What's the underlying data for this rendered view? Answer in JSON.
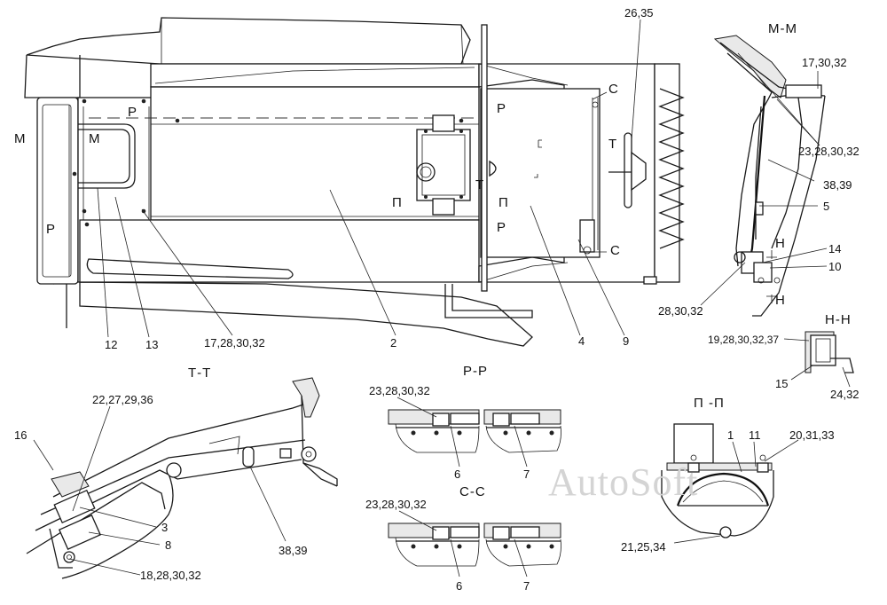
{
  "watermark": "AutoSoft",
  "sections": {
    "mm": "М-М",
    "tt": "Т-Т",
    "pp_r": "Р-Р",
    "cc": "С-С",
    "pp_p": "П -П",
    "hh": "Н-Н"
  },
  "markers": {
    "m_left": "М",
    "m_inner": "М",
    "r_left": "Р",
    "r_top": "Р",
    "r_mid_top": "Р",
    "r_mid_bot": "Р",
    "p_left": "П",
    "p_right": "П",
    "t_top": "Т",
    "t_mid": "Т",
    "c_top": "С",
    "c_bot": "С",
    "h_top": "Н",
    "h_bot": "Н"
  },
  "callouts": {
    "c26_35": "26,35",
    "c17_30_32": "17,30,32",
    "c23_28_30_32_mm": "23,28,30,32",
    "c38_39_mm": "38,39",
    "c5": "5",
    "c14": "14",
    "c10": "10",
    "c28_30_32": "28,30,32",
    "c12": "12",
    "c13": "13",
    "c17_28_30_32": "17,28,30,32",
    "c2": "2",
    "c4": "4",
    "c9": "9",
    "c19_28_30_32_37": "19,28,30,32,37",
    "c15": "15",
    "c24_32": "24,32",
    "c22_27_29_36": "22,27,29,36",
    "c16": "16",
    "c3": "3",
    "c8": "8",
    "c18_28_30_32": "18,28,30,32",
    "c38_39_tt": "38,39",
    "c23_28_30_32_rr": "23,28,30,32",
    "c6_rr": "6",
    "c7_rr": "7",
    "c23_28_30_32_cc": "23,28,30,32",
    "c6_cc": "6",
    "c7_cc": "7",
    "c1": "1",
    "c11": "11",
    "c20_31_33": "20,31,33",
    "c21_25_34": "21,25,34"
  }
}
